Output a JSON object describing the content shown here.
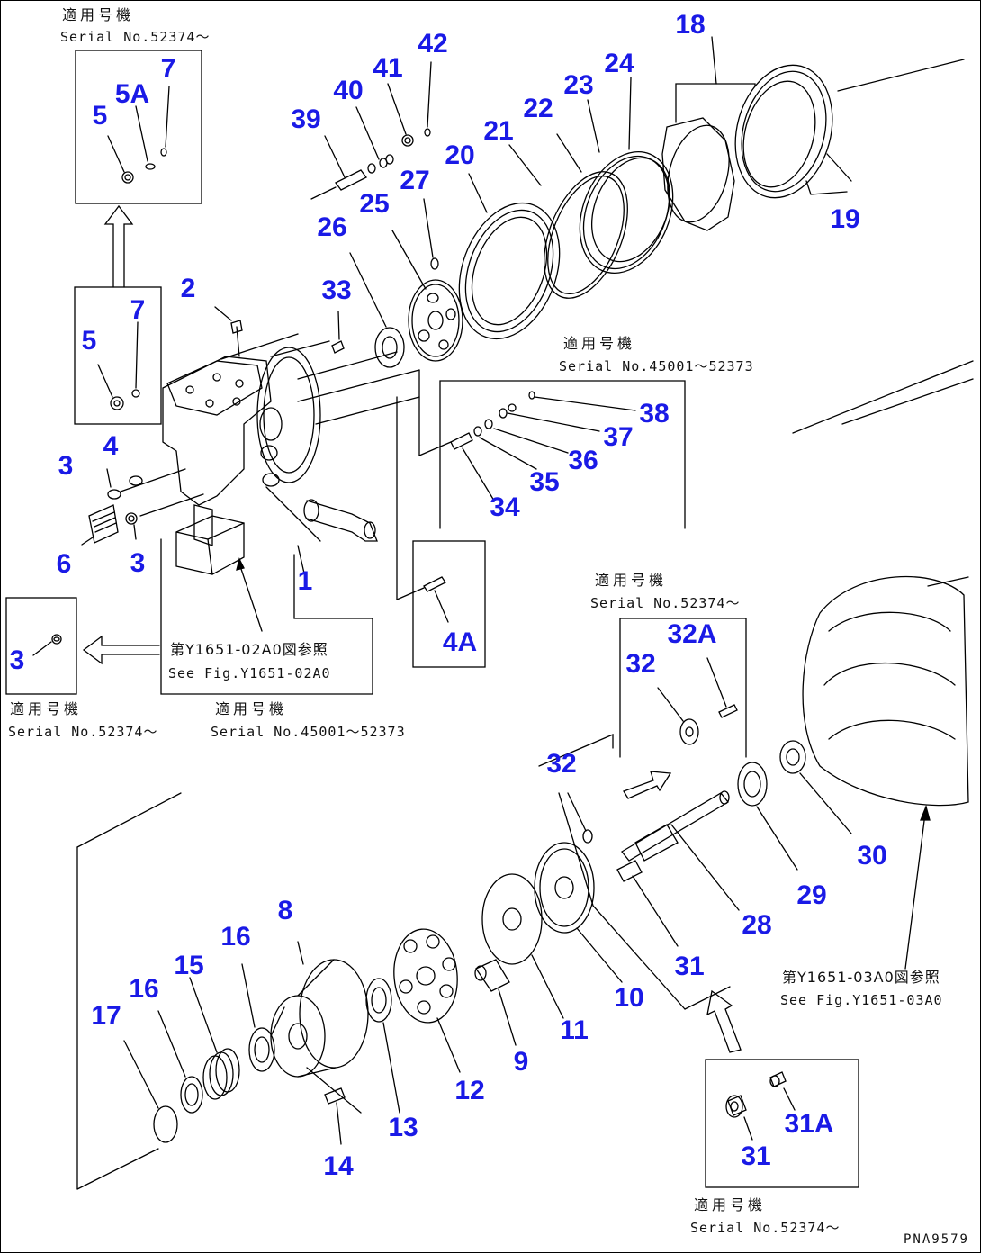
{
  "callouts": [
    {
      "id": "1",
      "text": "1"
    },
    {
      "id": "2",
      "text": "2"
    },
    {
      "id": "3a",
      "text": "3"
    },
    {
      "id": "3b",
      "text": "3"
    },
    {
      "id": "3c",
      "text": "3"
    },
    {
      "id": "4",
      "text": "4"
    },
    {
      "id": "4A",
      "text": "4A"
    },
    {
      "id": "5a",
      "text": "5"
    },
    {
      "id": "5A",
      "text": "5A"
    },
    {
      "id": "5b",
      "text": "5"
    },
    {
      "id": "6",
      "text": "6"
    },
    {
      "id": "7a",
      "text": "7"
    },
    {
      "id": "7b",
      "text": "7"
    },
    {
      "id": "8",
      "text": "8"
    },
    {
      "id": "9",
      "text": "9"
    },
    {
      "id": "10",
      "text": "10"
    },
    {
      "id": "11",
      "text": "11"
    },
    {
      "id": "12",
      "text": "12"
    },
    {
      "id": "13",
      "text": "13"
    },
    {
      "id": "14",
      "text": "14"
    },
    {
      "id": "15",
      "text": "15"
    },
    {
      "id": "16a",
      "text": "16"
    },
    {
      "id": "16b",
      "text": "16"
    },
    {
      "id": "17",
      "text": "17"
    },
    {
      "id": "18",
      "text": "18"
    },
    {
      "id": "19",
      "text": "19"
    },
    {
      "id": "20",
      "text": "20"
    },
    {
      "id": "21",
      "text": "21"
    },
    {
      "id": "22",
      "text": "22"
    },
    {
      "id": "23",
      "text": "23"
    },
    {
      "id": "24",
      "text": "24"
    },
    {
      "id": "25",
      "text": "25"
    },
    {
      "id": "26",
      "text": "26"
    },
    {
      "id": "27",
      "text": "27"
    },
    {
      "id": "28",
      "text": "28"
    },
    {
      "id": "29",
      "text": "29"
    },
    {
      "id": "30",
      "text": "30"
    },
    {
      "id": "31a",
      "text": "31"
    },
    {
      "id": "31b",
      "text": "31"
    },
    {
      "id": "31A",
      "text": "31A"
    },
    {
      "id": "32a",
      "text": "32"
    },
    {
      "id": "32A",
      "text": "32A"
    },
    {
      "id": "32b",
      "text": "32"
    },
    {
      "id": "33",
      "text": "33"
    },
    {
      "id": "34",
      "text": "34"
    },
    {
      "id": "35",
      "text": "35"
    },
    {
      "id": "36",
      "text": "36"
    },
    {
      "id": "37",
      "text": "37"
    },
    {
      "id": "38",
      "text": "38"
    },
    {
      "id": "39",
      "text": "39"
    },
    {
      "id": "40",
      "text": "40"
    },
    {
      "id": "41",
      "text": "41"
    },
    {
      "id": "42",
      "text": "42"
    }
  ],
  "notes": {
    "applicable_jp": "適用号機",
    "serial_52374": "Serial No.52374～",
    "serial_45001": "Serial No.45001～52373",
    "see_fig_02a0_jp": "第Y1651-02A0図参照",
    "see_fig_02a0": "See Fig.Y1651-02A0",
    "see_fig_03a0_jp": "第Y1651-03A0図参照",
    "see_fig_03a0": "See Fig.Y1651-03A0",
    "drawing_code": "PNA9579"
  },
  "colors": {
    "callout": "#1a1ae6",
    "line": "#000000",
    "background": "#ffffff"
  }
}
